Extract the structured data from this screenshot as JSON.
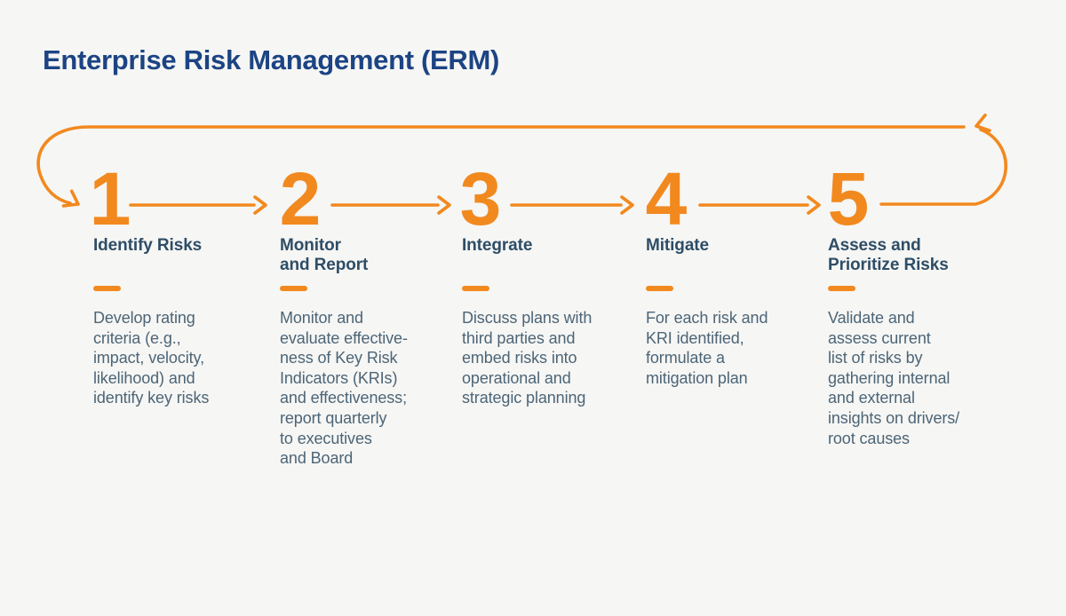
{
  "title": "Enterprise Risk Management (ERM)",
  "colors": {
    "background": "#f6f6f4",
    "accent_orange": "#f2891f",
    "title_navy": "#1c4484",
    "heading_slate": "#2e4d66",
    "body_slate": "#4c6577"
  },
  "icons": {
    "cycle_loop_arrow": "loop arrow from step 5 back to step 1",
    "flow_arrow": "right-pointing arrow between steps"
  },
  "steps": [
    {
      "number": "1",
      "heading": "Identify Risks",
      "description": "Develop rating\ncriteria (e.g.,\nimpact, velocity,\nlikelihood) and\nidentify key risks"
    },
    {
      "number": "2",
      "heading": "Monitor\nand Report",
      "description": "Monitor and\nevaluate effective-\nness of Key Risk\nIndicators (KRIs)\nand effectiveness;\nreport quarterly\nto executives\nand Board"
    },
    {
      "number": "3",
      "heading": "Integrate",
      "description": "Discuss plans with\nthird parties and\nembed risks into\noperational and\nstrategic planning"
    },
    {
      "number": "4",
      "heading": "Mitigate",
      "description": "For each risk and\nKRI identified,\nformulate a\nmitigation plan"
    },
    {
      "number": "5",
      "heading": "Assess and\nPrioritize Risks",
      "description": "Validate and\nassess current\nlist of risks by\ngathering internal\nand external\ninsights on drivers/\nroot causes"
    }
  ]
}
